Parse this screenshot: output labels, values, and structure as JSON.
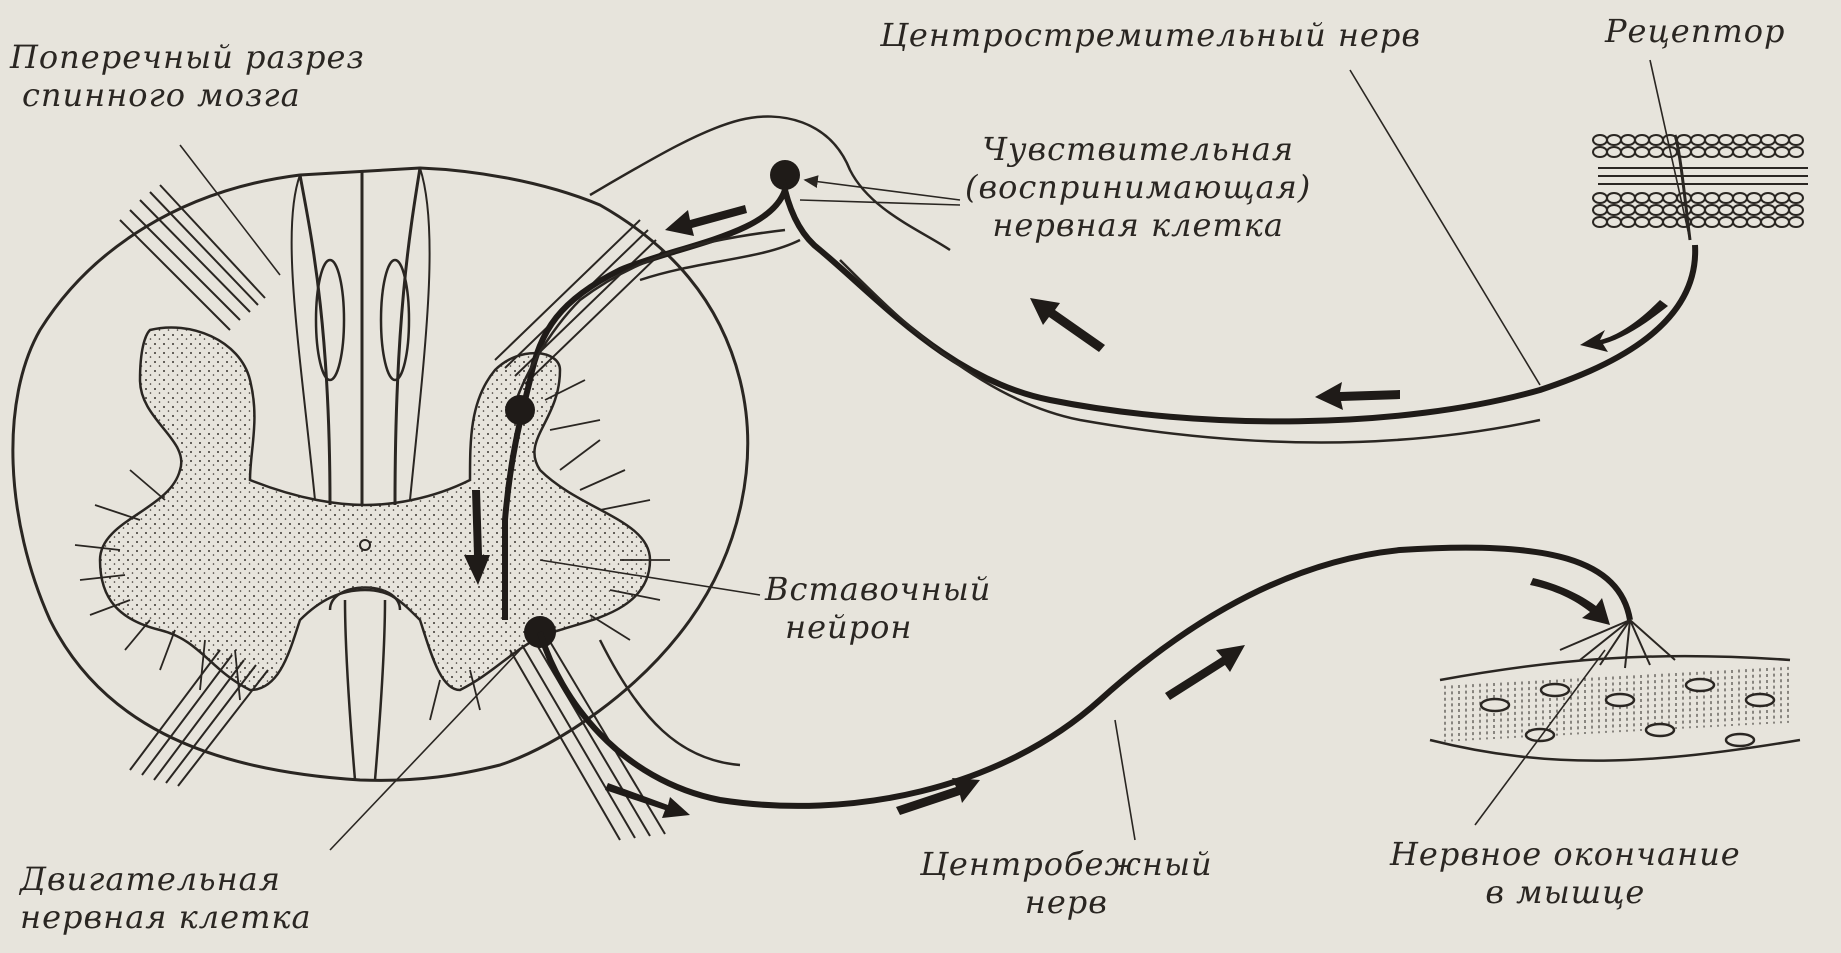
{
  "diagram": {
    "labels": {
      "cross_section": [
        "Поперечный разрез",
        "спинного мозга"
      ],
      "afferent_nerve": "Центростремительный нерв",
      "receptor": "Рецептор",
      "sensory_cell": [
        "Чувствительная",
        "(воспринимающая)",
        "нервная клетка"
      ],
      "interneuron": [
        "Вставочный",
        "нейрон"
      ],
      "motor_cell": [
        "Двигательная",
        "нервная клетка"
      ],
      "efferent_nerve": [
        "Центробежный",
        "нерв"
      ],
      "nerve_ending": [
        "Нервное окончание",
        "в мышце"
      ]
    },
    "colors": {
      "background": "#e7e4dc",
      "ink": "#2a2622"
    }
  }
}
